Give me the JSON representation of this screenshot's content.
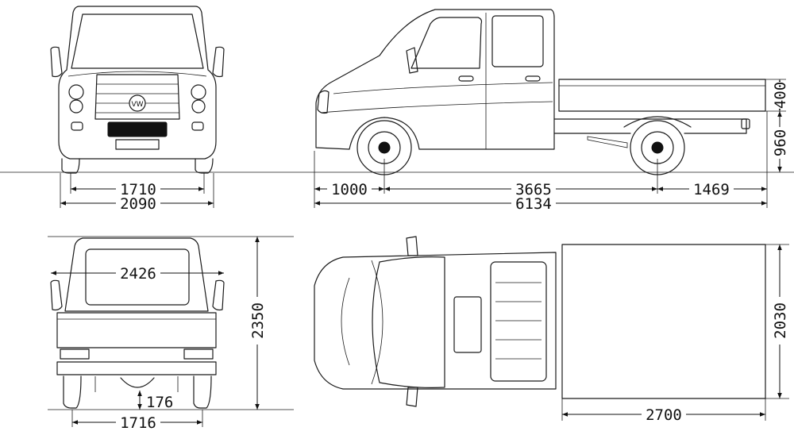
{
  "dimensions": {
    "front_track": "1710",
    "front_width": "2090",
    "front_overhang": "1000",
    "wheelbase": "3665",
    "rear_overhang": "1469",
    "overall_length": "6134",
    "platform_side_height": "400",
    "platform_floor_height": "960",
    "mirror_width": "2426",
    "overall_height": "2350",
    "ground_clearance": "176",
    "rear_track": "1716",
    "platform_length": "2700",
    "platform_width": "2030"
  },
  "icons": {
    "front_badge": "vw-logo-icon"
  }
}
